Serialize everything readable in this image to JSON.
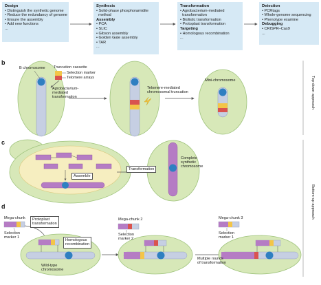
{
  "boxes": [
    {
      "title": "Design",
      "items": [
        "• Distinguish the synthetic genome",
        "• Reduce the redundancy of genome",
        "• Ensure the assembly",
        "• Add new functions",
        "..."
      ]
    },
    {
      "title": "Synthesis",
      "items": [
        "• Solid-phase phosphoramidite",
        "  method"
      ],
      "title2": "Assembly",
      "items2": [
        "• PCA",
        "• SLIC",
        "• Gibson assembly",
        "• Golden Gate assembly",
        "• TAR",
        "..."
      ]
    },
    {
      "title": "Transformation",
      "items": [
        "• Agrobacterium-mediated",
        "  transformation",
        "• Biolistic transformation",
        "• Protoplast transformation"
      ],
      "title2": "Targeting",
      "items2": [
        "• Homologous recombination",
        "..."
      ]
    },
    {
      "title": "Detection",
      "items": [
        "• PCRtags",
        "• Whole-genome sequencing",
        "• Phenotype examine"
      ],
      "title2": "Debugging",
      "items2": [
        "• CRISPR–Cas9",
        "..."
      ]
    }
  ],
  "panel_labels": {
    "b": "b",
    "c": "c",
    "d": "d"
  },
  "side_labels": {
    "top_down": "Top-down approach",
    "bottom_up": "Bottom-up approach"
  },
  "panel_b": {
    "b_chromosome": "B chromosome",
    "truncation_cassette": "Truncation cassette",
    "selection_marker": "Selection marker",
    "telomere_arrays": "Telomere arrays",
    "agro_1": "Agrobacterium-",
    "agro_2": "mediated",
    "agro_3": "transformation",
    "telomere_1": "Telomere-mediated",
    "telomere_2": "chromosomal truncation",
    "mini": "Mini-chromosome"
  },
  "panel_c": {
    "assemble": "Assemble",
    "transformation": "Transformation",
    "complete_1": "Complete",
    "complete_2": "synthetic",
    "complete_3": "chromosome"
  },
  "panel_d": {
    "mega1": "Mega-chunk",
    "sel1_1": "Selection",
    "sel1_2": "marker 1",
    "protoplast_1": "Protoplast",
    "protoplast_2": "transformation",
    "homologous_1": "Homologous",
    "homologous_2": "recombination",
    "wild_1": "Wild-type",
    "wild_2": "chromosome",
    "mega2": "Mega-chunk 2",
    "sel2_1": "Selection",
    "sel2_2": "marker 2",
    "multiple_1": "Multiple rounds",
    "multiple_2": "of transformation",
    "mega3": "Mega-chunk 3",
    "sel3_1": "Selection",
    "sel3_2": "marker 1"
  },
  "colors": {
    "box_bg": "#d6e9f5",
    "cell": "#d7e8b8",
    "cell_edge": "#9dc27a",
    "nucleus": "#f6eec0",
    "chrom": "#c6cfe3",
    "centromere": "#2f7fc1",
    "marker_yellow": "#f3c548",
    "telomere_red": "#d9534f",
    "synthetic_purple": "#b57cc4"
  }
}
